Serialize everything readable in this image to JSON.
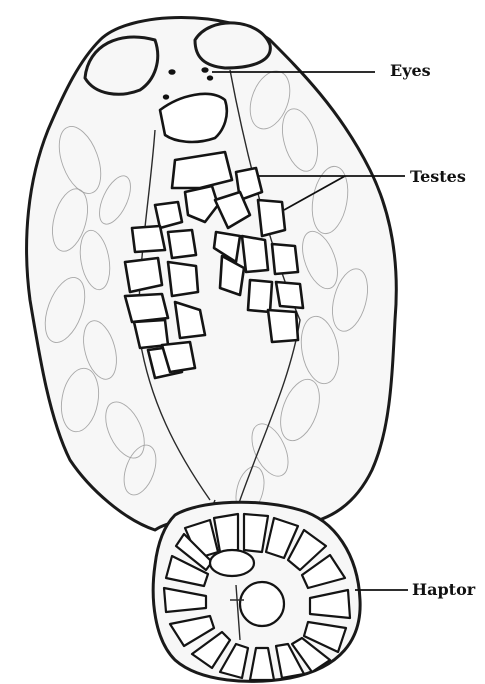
{
  "labels": {
    "eyes": "Eyes",
    "testes": "Testes",
    "haptor": "Haptor"
  }
}
